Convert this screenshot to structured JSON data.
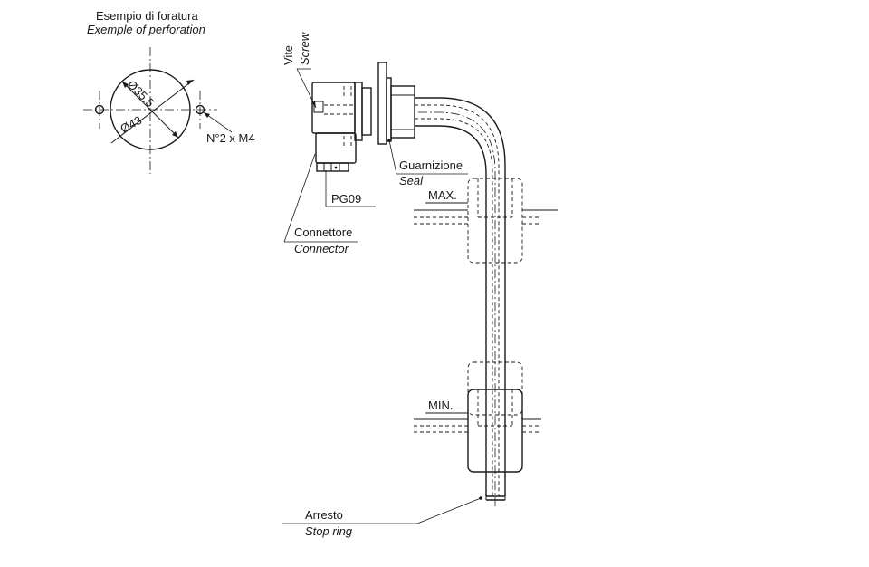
{
  "perforation": {
    "title_it": "Esempio di foratura",
    "title_en": "Exemple of perforation",
    "dia_inner": "Ø35.5",
    "dia_outer": "Ø43",
    "holes": "N°2 x M4"
  },
  "labels": {
    "vite": "Vite",
    "screw": "Screw",
    "guarnizione": "Guarnizione",
    "seal": "Seal",
    "pg": "PG09",
    "connettore": "Connettore",
    "connector": "Connector",
    "max": "MAX.",
    "min": "MIN.",
    "arresto": "Arresto",
    "stop_ring": "Stop ring"
  }
}
